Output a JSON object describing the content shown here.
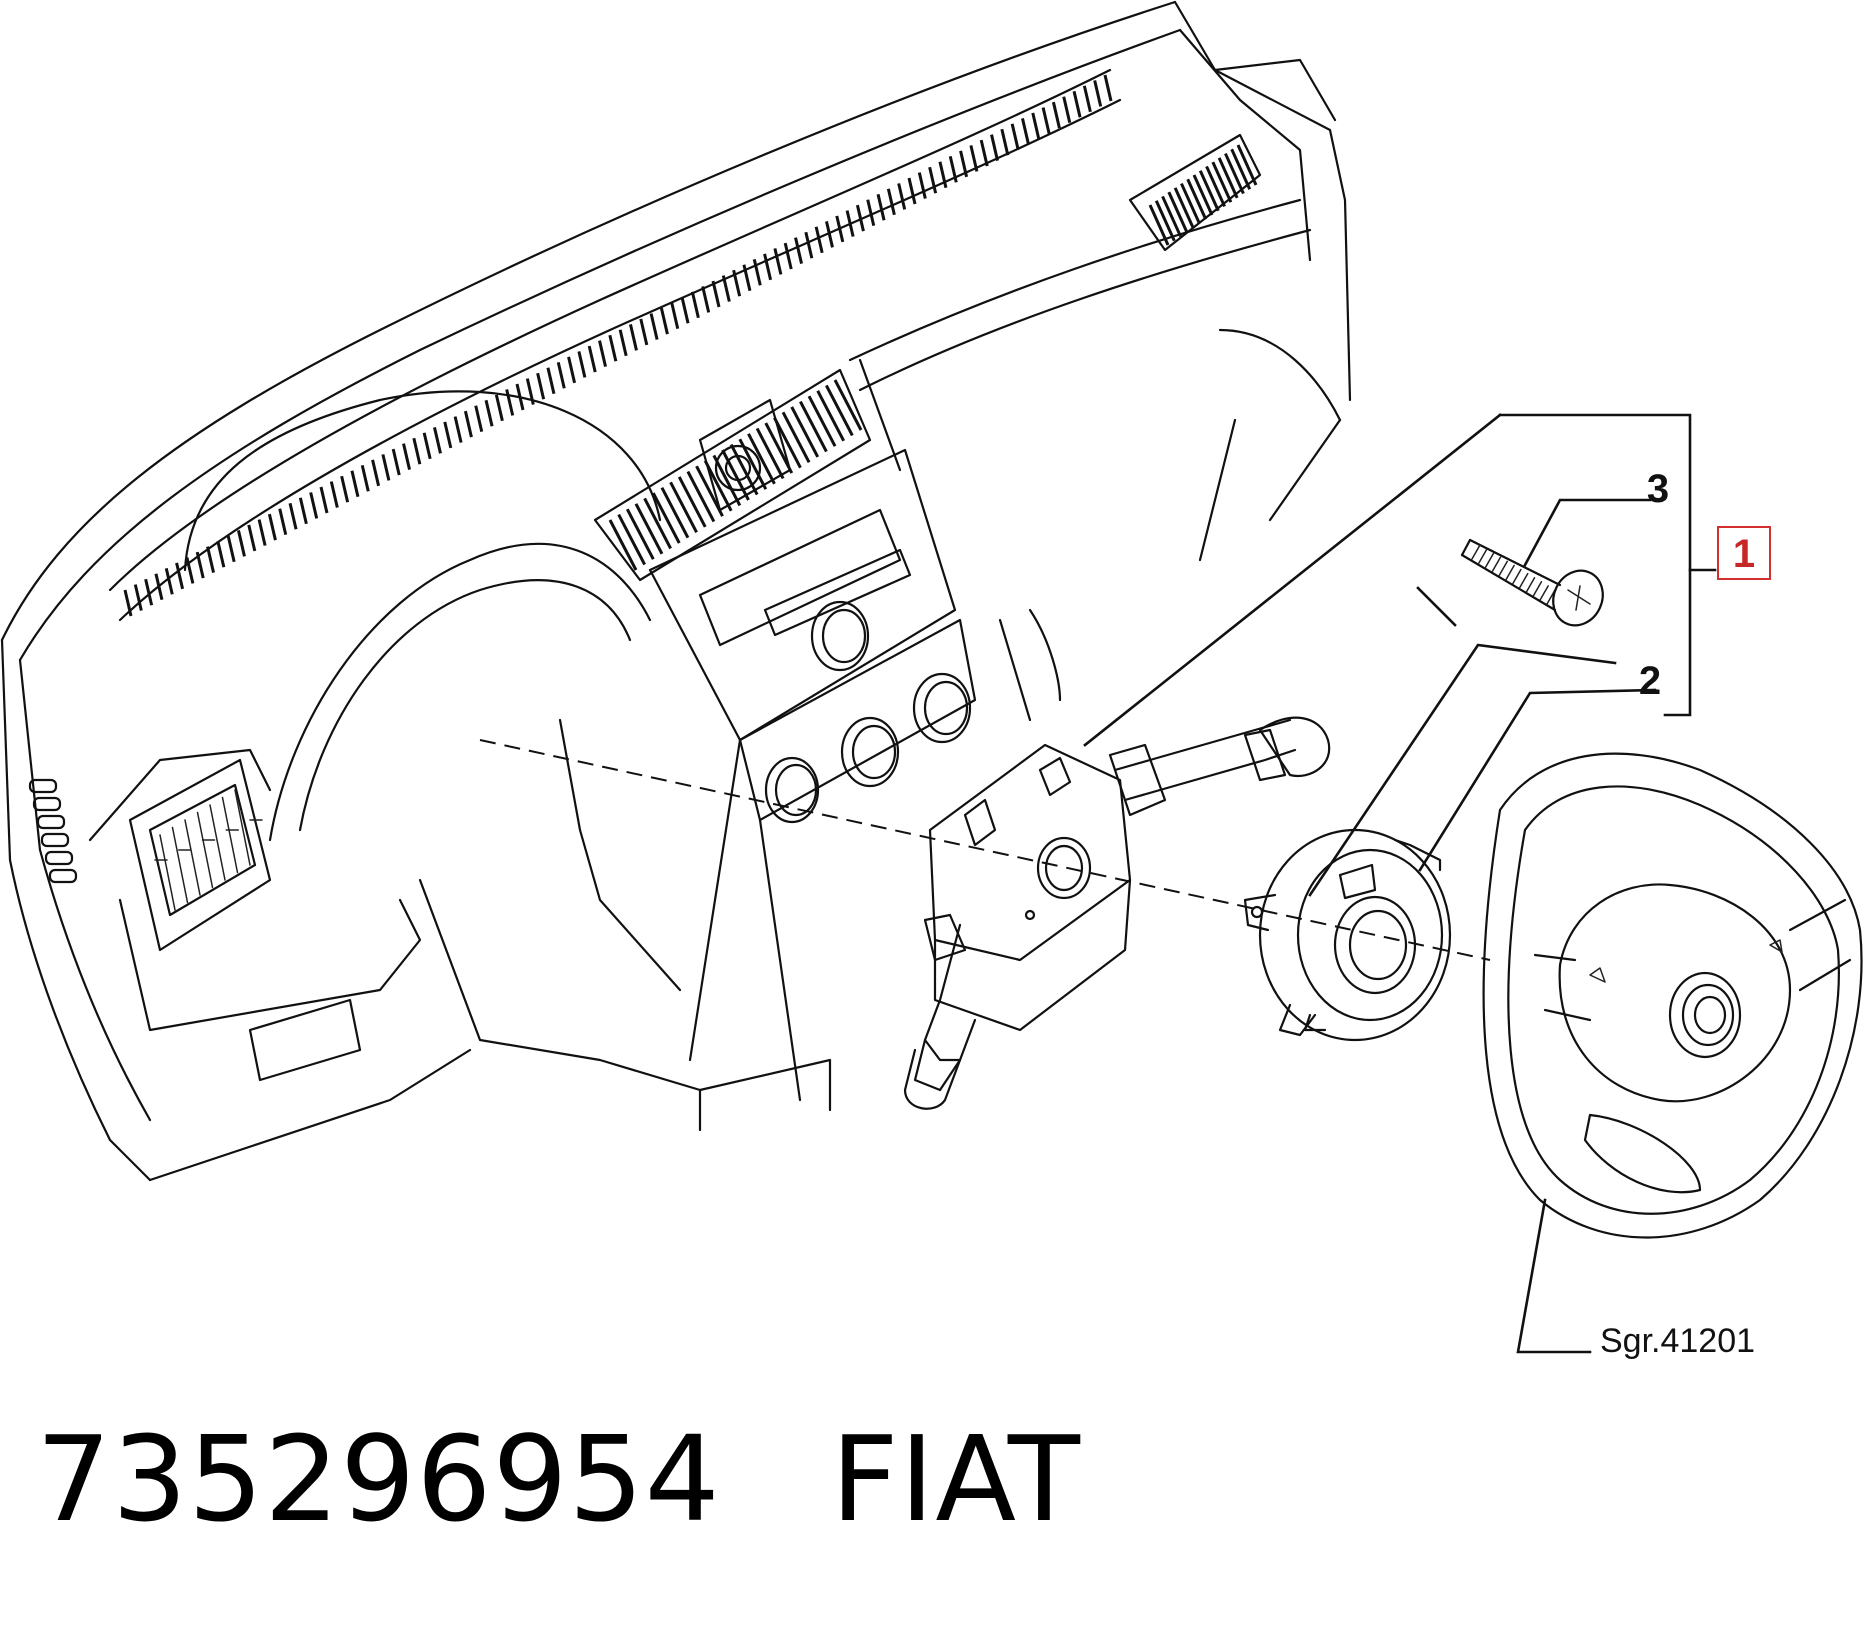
{
  "callouts": [
    {
      "number": "1",
      "boxed": true
    },
    {
      "number": "2",
      "boxed": false
    },
    {
      "number": "3",
      "boxed": false
    }
  ],
  "group_reference": "Sgr.41201",
  "footer": {
    "part_number": "735296954",
    "brand": "FIAT"
  },
  "colors": {
    "line": "#111111",
    "highlight_box": "#d32f2f"
  }
}
